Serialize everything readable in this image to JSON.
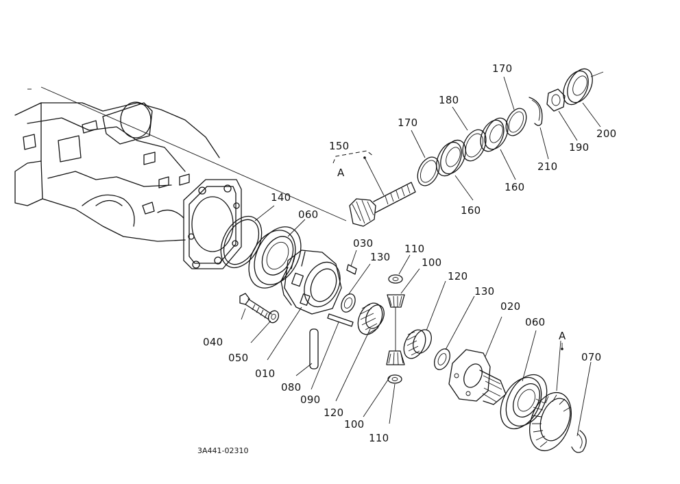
{
  "diagram": {
    "part_labels": {
      "p010": "010",
      "p020": "020",
      "p030": "030",
      "p040": "040",
      "p050": "050",
      "p060a": "060",
      "p060b": "060",
      "p070": "070",
      "p080": "080",
      "p090": "090",
      "p100a": "100",
      "p100b": "100",
      "p110a": "110",
      "p110b": "110",
      "p120a": "120",
      "p120b": "120",
      "p130a": "130",
      "p130b": "130",
      "p140": "140",
      "p150": "150",
      "p160a": "160",
      "p160b": "160",
      "p170a": "170",
      "p170b": "170",
      "p180": "180",
      "p190": "190",
      "p200": "200",
      "p210": "210"
    },
    "ref_marks": {
      "a1": "A",
      "a2": "A"
    },
    "drawing_code": "3A441-02310"
  }
}
